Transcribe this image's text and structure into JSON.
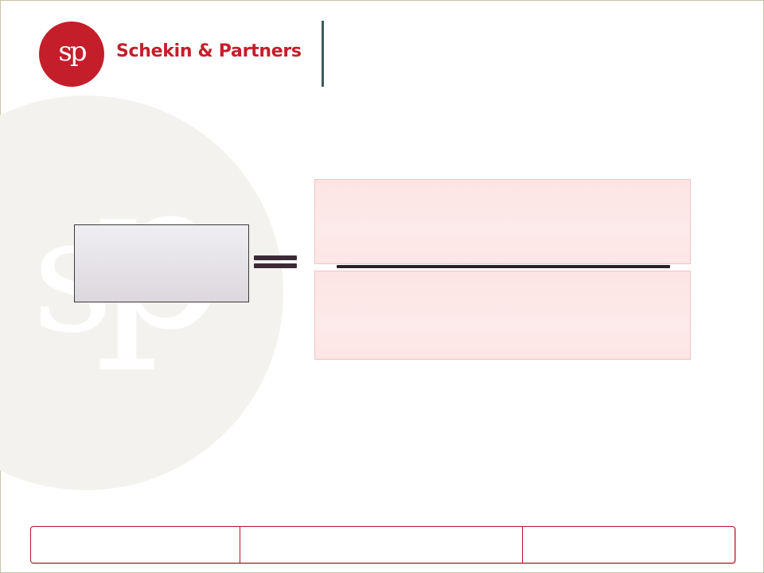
{
  "header": {
    "logo_text": "sp",
    "company_name": "Schekin & Partners"
  },
  "watermark": {
    "glyph_s": "s",
    "glyph_p": "p"
  },
  "diagram": {
    "operator": "equals"
  },
  "colors": {
    "brand_red": "#c41e2a",
    "divider": "#3f5a5a",
    "box_pink": "#fde6e6",
    "box_grey": "#e6e3e8",
    "watermark_grey": "#f4f2ee"
  }
}
